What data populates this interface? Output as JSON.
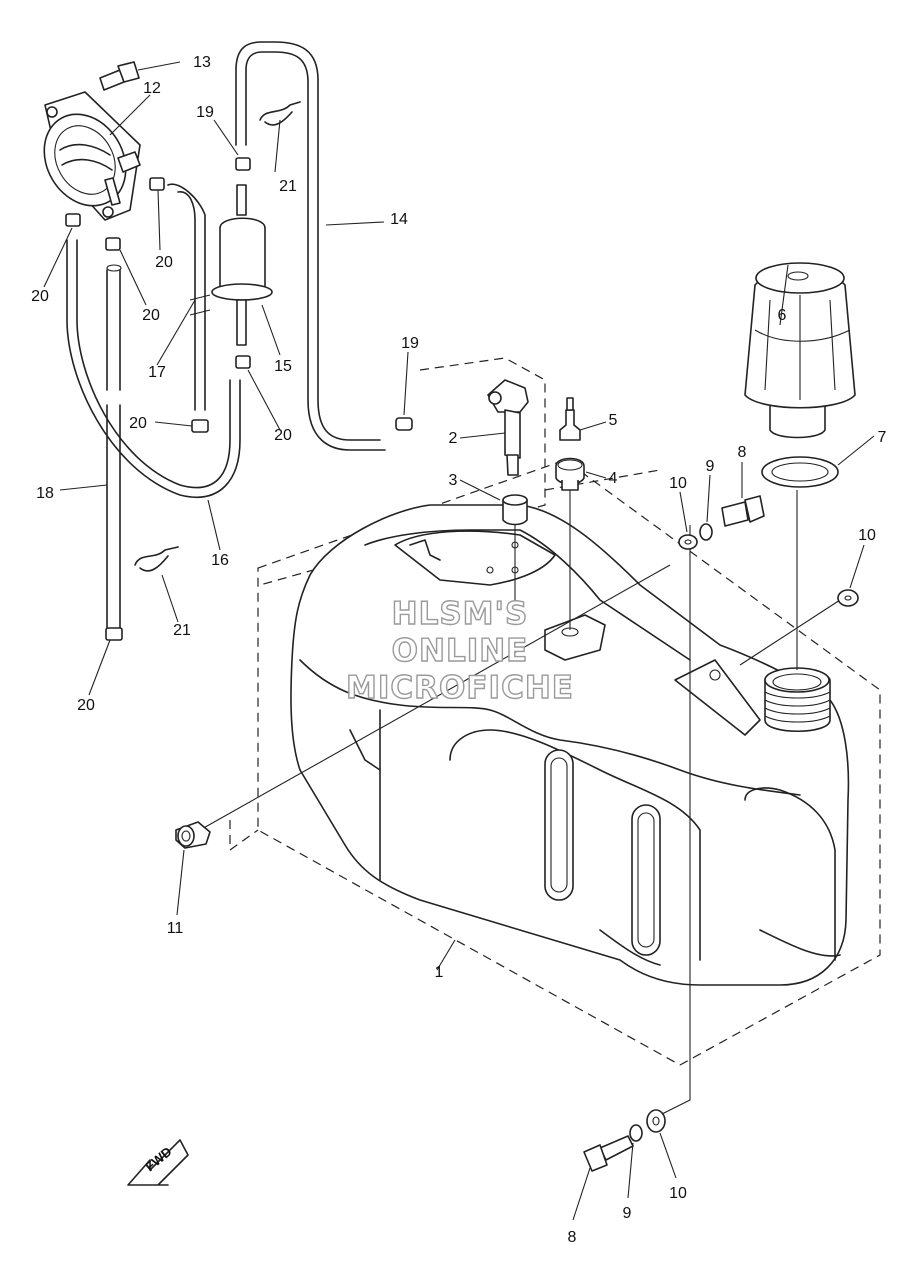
{
  "callouts": [
    {
      "id": "c1",
      "text": "1"
    },
    {
      "id": "c2",
      "text": "2"
    },
    {
      "id": "c3",
      "text": "3"
    },
    {
      "id": "c4",
      "text": "4"
    },
    {
      "id": "c5",
      "text": "5"
    },
    {
      "id": "c6",
      "text": "6"
    },
    {
      "id": "c7",
      "text": "7"
    },
    {
      "id": "c8a",
      "text": "8"
    },
    {
      "id": "c8b",
      "text": "8"
    },
    {
      "id": "c9a",
      "text": "9"
    },
    {
      "id": "c9b",
      "text": "9"
    },
    {
      "id": "c10a",
      "text": "10"
    },
    {
      "id": "c10b",
      "text": "10"
    },
    {
      "id": "c10c",
      "text": "10"
    },
    {
      "id": "c11",
      "text": "11"
    },
    {
      "id": "c12",
      "text": "12"
    },
    {
      "id": "c13",
      "text": "13"
    },
    {
      "id": "c14",
      "text": "14"
    },
    {
      "id": "c15",
      "text": "15"
    },
    {
      "id": "c16",
      "text": "16"
    },
    {
      "id": "c17",
      "text": "17"
    },
    {
      "id": "c18",
      "text": "18"
    },
    {
      "id": "c19a",
      "text": "19"
    },
    {
      "id": "c19b",
      "text": "19"
    },
    {
      "id": "c20a",
      "text": "20"
    },
    {
      "id": "c20b",
      "text": "20"
    },
    {
      "id": "c20c",
      "text": "20"
    },
    {
      "id": "c20d",
      "text": "20"
    },
    {
      "id": "c20e",
      "text": "20"
    },
    {
      "id": "c20f",
      "text": "20"
    },
    {
      "id": "c21a",
      "text": "21"
    },
    {
      "id": "c21b",
      "text": "21"
    }
  ],
  "watermark": {
    "line1": "HLSM'S",
    "line2": "ONLINE",
    "line3": "MICROFICHE"
  },
  "fwd_label": "FWD",
  "colors": {
    "line": "#222222",
    "watermark_stroke": "#9a9a9a",
    "background": "#ffffff"
  }
}
